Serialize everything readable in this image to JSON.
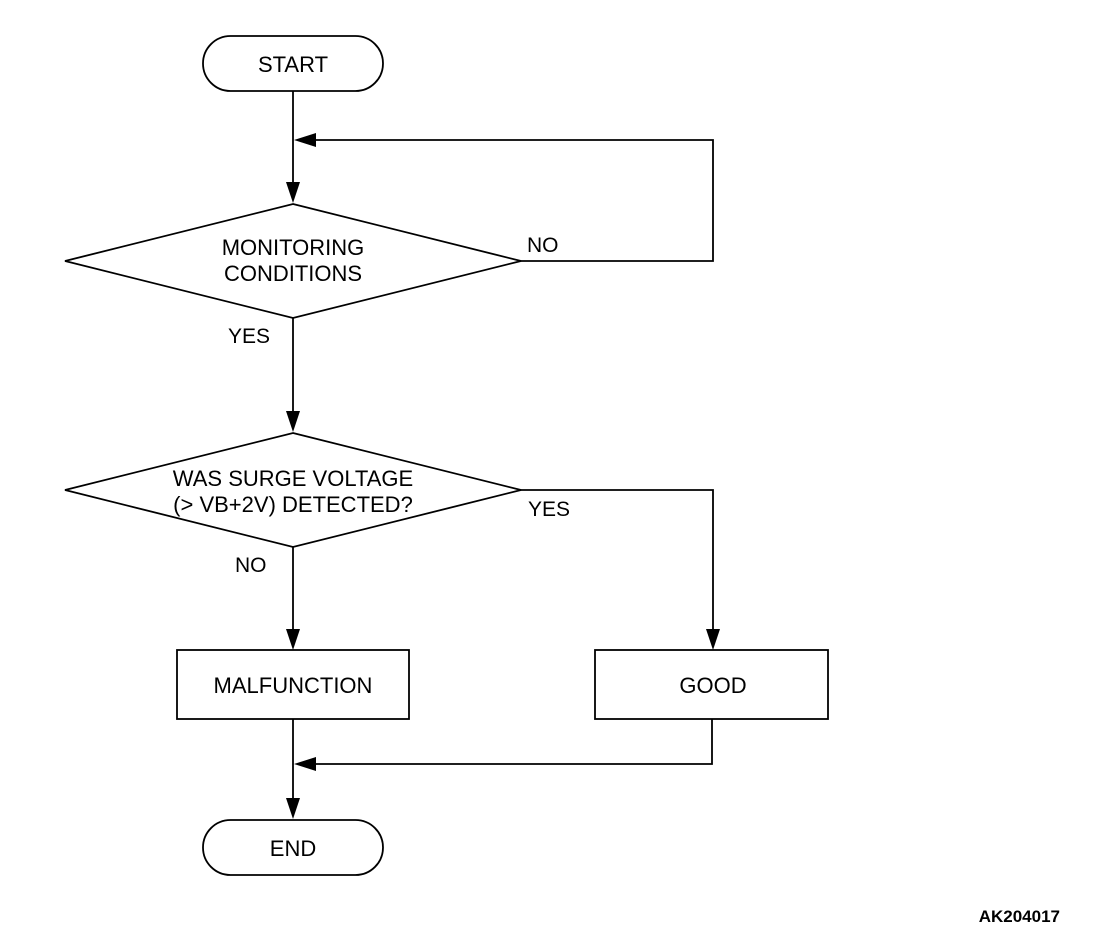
{
  "flowchart": {
    "start_label": "START",
    "decision1": {
      "line1": "MONITORING",
      "line2": "CONDITIONS",
      "no_label": "NO",
      "yes_label": "YES"
    },
    "decision2": {
      "line1": "WAS SURGE VOLTAGE",
      "line2": "(> VB+2V) DETECTED?",
      "yes_label": "YES",
      "no_label": "NO"
    },
    "malfunction_label": "MALFUNCTION",
    "good_label": "GOOD",
    "end_label": "END"
  },
  "figure_id": "AK204017"
}
